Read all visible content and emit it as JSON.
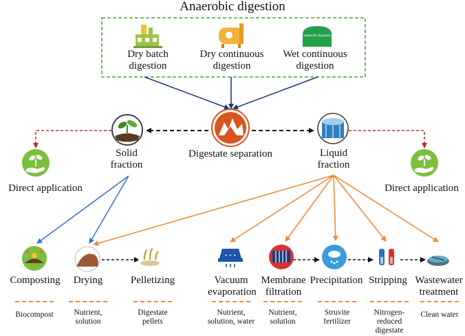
{
  "title": "Anaerobic digestion",
  "digestion_types": [
    {
      "label": "Dry batch digestion"
    },
    {
      "label": "Dry continuous digestion"
    },
    {
      "label": "Wet continuous digestion",
      "icon_text": "Anaerobic digestion"
    }
  ],
  "center": {
    "label": "Digestate separation"
  },
  "solid": {
    "label": "Solid fraction"
  },
  "liquid": {
    "label": "Liquid fraction"
  },
  "direct_left": {
    "label": "Direct application"
  },
  "direct_right": {
    "label": "Direct application"
  },
  "processes": [
    {
      "label": "Composting",
      "product": "Biocompost"
    },
    {
      "label": "Drying",
      "product": "Nutrient, solution"
    },
    {
      "label": "Pelletizing",
      "product": "Digestate pellets"
    },
    {
      "label": "Vacuum evaporation",
      "product": "Nutrient, solution, water"
    },
    {
      "label": "Membrane filtration",
      "product": "Nutrient, solution"
    },
    {
      "label": "Precipitation",
      "product": "Struvite fertilizer"
    },
    {
      "label": "Stripping",
      "product": "Nitrogen-reduced digestate"
    },
    {
      "label": "Wastewater treatment",
      "product": "Clean water"
    }
  ],
  "colors": {
    "box_border": "#4ba33b",
    "navy_arrow": "#1f3a7a",
    "red_arrow": "#cf2a2a",
    "blue_arrow": "#3d73c4",
    "orange_arrow": "#ec8b3c",
    "black_arrow": "#111111",
    "center_icon": "#d9541e",
    "green_icon": "#7bbf3f"
  }
}
